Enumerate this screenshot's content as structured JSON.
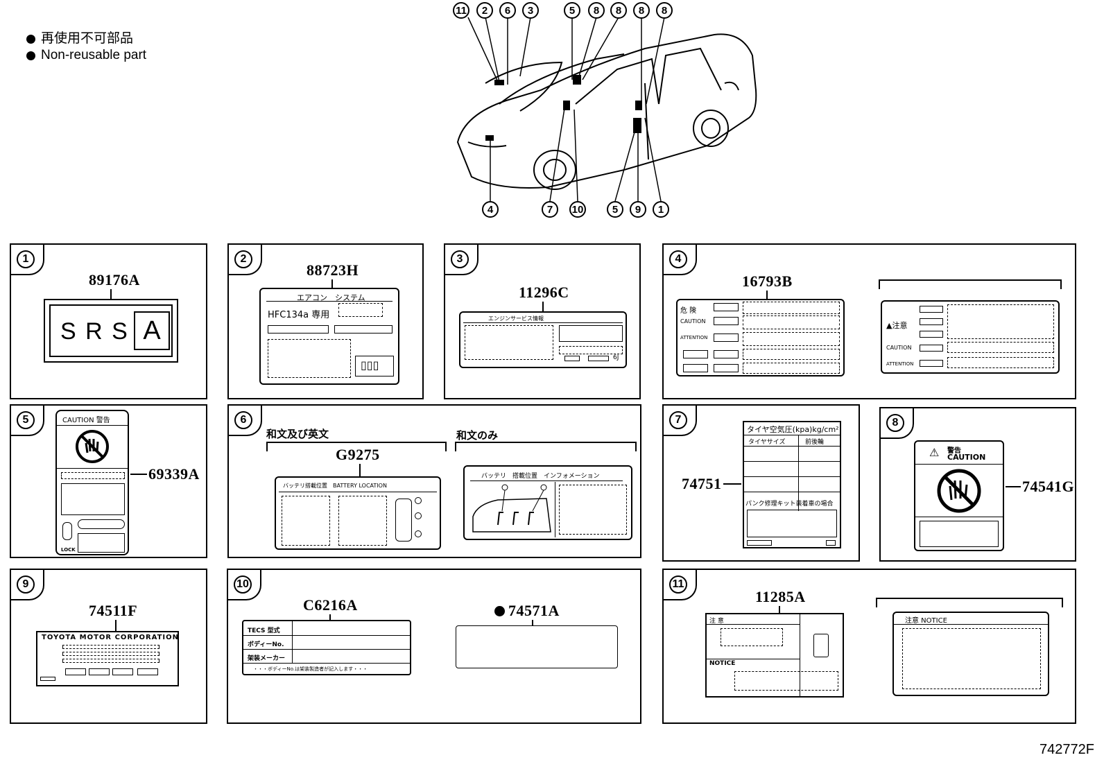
{
  "legend": {
    "ja": "再使用不可部品",
    "en": "Non-reusable part"
  },
  "overview": {
    "top_callouts": [
      "11",
      "2",
      "6",
      "3",
      "5",
      "8",
      "8",
      "8",
      "8"
    ],
    "bottom_callouts": [
      "4",
      "7",
      "10",
      "5",
      "9",
      "1"
    ]
  },
  "panels": [
    {
      "num": "1",
      "part": "89176A",
      "label_text": "S R S",
      "label_letter": "A"
    },
    {
      "num": "2",
      "part": "88723H",
      "title": "エアコン　システム",
      "line1": "HFC134a 専用"
    },
    {
      "num": "3",
      "part": "11296C",
      "header": "エンジンサービス情報",
      "suffix": "6J"
    },
    {
      "num": "4",
      "part": "16793B",
      "rows": [
        "危 険",
        "CAUTION",
        "ATTENTION"
      ],
      "right_rows": [
        "▲注意",
        "CAUTION",
        "ATTENTION"
      ]
    },
    {
      "num": "5",
      "part": "69339A",
      "header": "CAUTION 警告",
      "lock": "LOCK"
    },
    {
      "num": "6",
      "part": "G9275",
      "heading_left": "和文及び英文",
      "heading_right": "和文のみ",
      "left_title": "バッテリ搭載位置　BATTERY LOCATION",
      "right_title": "バッテリ　搭載位置　インフォメーション"
    },
    {
      "num": "7",
      "part": "74751",
      "title": "タイヤ空気圧(kpa)kg/cm²",
      "col1": "タイヤサイズ",
      "col2": "前後輪",
      "note": "パンク修理キット装着車の場合"
    },
    {
      "num": "8",
      "part": "74541G",
      "header_ja": "警告",
      "header_en": "CAUTION"
    },
    {
      "num": "9",
      "part": "74511F",
      "title": "TOYOTA MOTOR CORPORATION"
    },
    {
      "num": "10",
      "part_a": "C6216A",
      "part_b": "74571A",
      "rows": [
        "TECS 型式",
        "ボディーNo.",
        "架装メーカー"
      ],
      "footnote": "・・・ボディーNo.は架装製造者が記入します・・・"
    },
    {
      "num": "11",
      "part": "11285A",
      "header": "注 意",
      "notice": "NOTICE",
      "right_header": "注意 NOTICE"
    }
  ],
  "footer_code": "742772F"
}
